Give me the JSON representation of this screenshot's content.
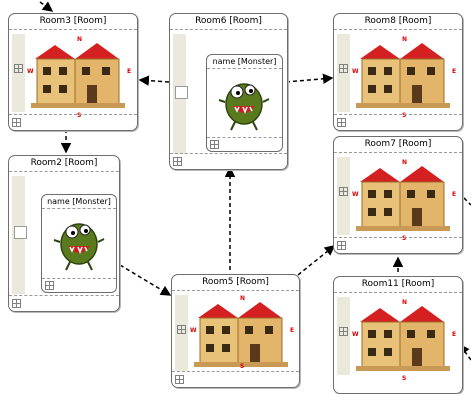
{
  "diagram": {
    "rooms": {
      "room3": {
        "title": "Room3 [Room]"
      },
      "room6": {
        "title": "Room6 [Room]"
      },
      "room8": {
        "title": "Room8 [Room]"
      },
      "room2": {
        "title": "Room2 [Room]"
      },
      "room7": {
        "title": "Room7 [Room]"
      },
      "room5": {
        "title": "Room5 [Room]"
      },
      "room11": {
        "title": "Room11 [Room]"
      }
    },
    "monster_label": "name [Monster]",
    "compass": {
      "n": "N",
      "w": "W",
      "e": "E",
      "s": "S"
    }
  }
}
